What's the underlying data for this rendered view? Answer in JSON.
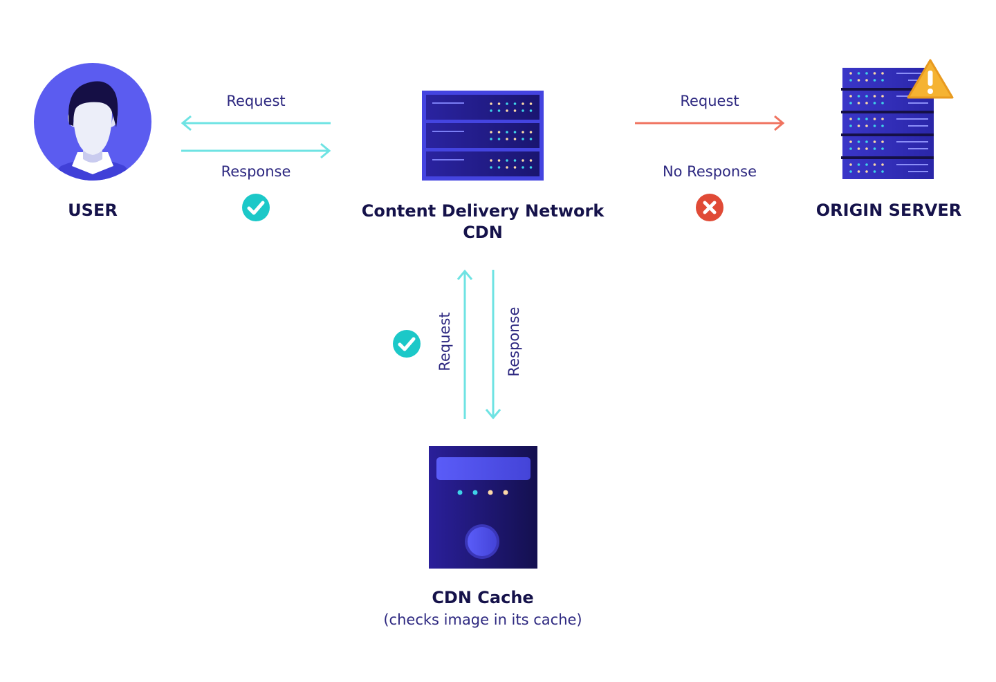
{
  "nodes": {
    "user": {
      "label": "USER"
    },
    "cdn": {
      "label_line1": "Content Delivery Network",
      "label_line2": "CDN"
    },
    "origin": {
      "label": "ORIGIN SERVER"
    },
    "cache": {
      "label": "CDN Cache",
      "sublabel": "(checks image in its cache)"
    }
  },
  "edges": {
    "user_cdn": {
      "request_label": "Request",
      "response_label": "Response",
      "status": "success"
    },
    "cdn_origin": {
      "request_label": "Request",
      "response_label": "No Response",
      "status": "failure"
    },
    "cdn_cache": {
      "request_label": "Request",
      "response_label": "Response",
      "status": "success"
    }
  },
  "colors": {
    "success_arrow": "#6ee3e3",
    "failure_arrow": "#f0735f",
    "success_badge": "#1cc8c8",
    "failure_badge": "#e04a36",
    "server_dark": "#1f1a78",
    "server_light": "#4b4ef0",
    "warning": "#f5b332",
    "text_dark": "#15124a"
  }
}
